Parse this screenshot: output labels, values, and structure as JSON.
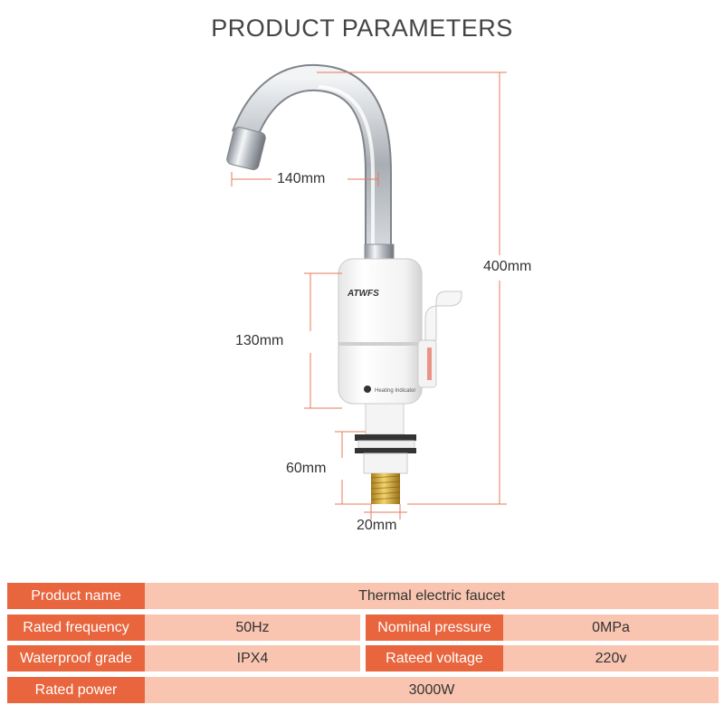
{
  "header": {
    "title": "PRODUCT PARAMETERS"
  },
  "product": {
    "brand": "ATWFS",
    "indicator_text": "Heating Indicator"
  },
  "dimensions": {
    "spout_reach": "140mm",
    "total_height": "400mm",
    "body_height": "130mm",
    "base_height": "60mm",
    "thread_diameter": "20mm"
  },
  "specs": {
    "product_name_label": "Product name",
    "product_name_value": "Thermal electric faucet",
    "rated_frequency_label": "Rated frequency",
    "rated_frequency_value": "50Hz",
    "nominal_pressure_label": "Nominal pressure",
    "nominal_pressure_value": "0MPa",
    "waterproof_grade_label": "Waterproof grade",
    "waterproof_grade_value": "IPX4",
    "rated_voltage_label": "Rateed voltage",
    "rated_voltage_value": "220v",
    "rated_power_label": "Rated power",
    "rated_power_value": "3000W"
  },
  "colors": {
    "accent": "#e8653e",
    "value_bg": "#f9c5b0",
    "dimension_line": "#e87a58"
  }
}
